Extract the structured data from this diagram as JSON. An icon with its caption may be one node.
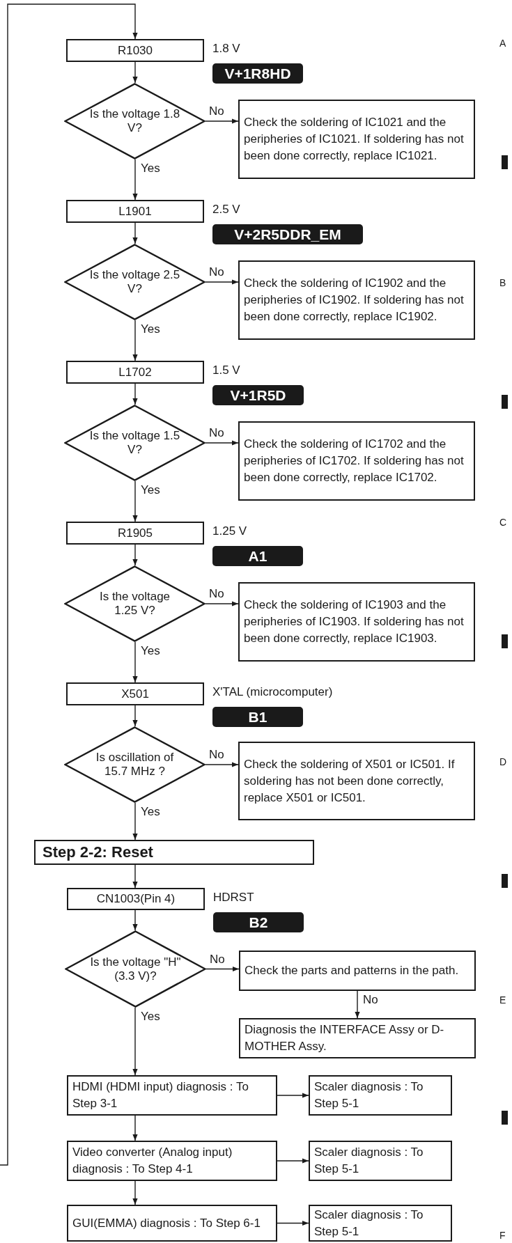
{
  "diagram": {
    "nodes": [
      {
        "text": [
          "R1030"
        ],
        "beside": [
          "1.8 V",
          "V+1R8HD"
        ]
      },
      {
        "text": [
          "Is the voltage 1.8 V?"
        ]
      },
      {
        "text": [
          "Check the soldering of IC1021 and the peripheries of IC1021. If soldering has not been done correctly, replace IC1021."
        ]
      },
      {
        "text": [
          "L1901"
        ],
        "beside": [
          "2.5 V",
          "V+2R5DDR_EM"
        ]
      },
      {
        "text": [
          "Is the voltage 2.5 V?"
        ]
      },
      {
        "text": [
          "Check the soldering of IC1902 and the peripheries of IC1902. If soldering has not been done correctly, replace IC1902."
        ]
      },
      {
        "text": [
          "L1702"
        ],
        "beside": [
          "1.5 V",
          "V+1R5D"
        ]
      },
      {
        "text": [
          "Is the voltage 1.5 V?"
        ]
      },
      {
        "text": [
          "Check the soldering of IC1702 and the peripheries of IC1702. If soldering has not been done correctly, replace IC1702."
        ]
      },
      {
        "text": [
          "R1905"
        ],
        "beside": [
          "1.25 V",
          "A1"
        ]
      },
      {
        "text": [
          "Is the voltage 1.25 V?"
        ]
      },
      {
        "text": [
          "Check the soldering of IC1903 and the peripheries of IC1903. If soldering has not been done correctly, replace IC1903."
        ]
      },
      {
        "text": [
          "X501"
        ],
        "beside": [
          "X'TAL (microcomputer)",
          "B1"
        ]
      },
      {
        "text": [
          "Is oscillation of 15.7 MHz ?"
        ]
      },
      {
        "text": [
          "Check the soldering of X501 or IC501. If soldering has not been done correctly, replace X501 or IC501."
        ]
      },
      {
        "text": [
          "Step 2-2: Reset"
        ]
      },
      {
        "text": [
          "CN1003(Pin 4)"
        ],
        "beside": [
          "HDRST",
          "B2"
        ]
      },
      {
        "text": [
          "Is the voltage \"H\" (3.3 V)?"
        ]
      },
      {
        "text": [
          "Check the parts and patterns in the path."
        ]
      },
      {
        "text": [
          "Diagnosis the INTERFACE Assy or D-MOTHER Assy."
        ]
      },
      {
        "text": [
          "HDMI (HDMI input) diagnosis : To Step 3-1"
        ]
      },
      {
        "text": [
          "Scaler diagnosis : To Step 5-1"
        ]
      },
      {
        "text": [
          "Video converter (Analog input) diagnosis : To Step 4-1"
        ]
      },
      {
        "text": [
          "Scaler diagnosis : To Step 5-1"
        ]
      },
      {
        "text": [
          "GUI(EMMA) diagnosis : To Step 6-1"
        ]
      },
      {
        "text": [
          "Scaler diagnosis : To Step 5-1"
        ]
      }
    ],
    "edges": [
      {
        "from": null,
        "to": 0,
        "arrow": "to"
      },
      {
        "from": 0,
        "to": 1,
        "arrow": "to"
      },
      {
        "from": 1,
        "to": 2,
        "arrow": "to",
        "label": "No"
      },
      {
        "from": 1,
        "to": 3,
        "arrow": "to",
        "label": "Yes"
      },
      {
        "from": 3,
        "to": 4,
        "arrow": "to"
      },
      {
        "from": 4,
        "to": 5,
        "arrow": "to",
        "label": "No"
      },
      {
        "from": 4,
        "to": 6,
        "arrow": "to",
        "label": "Yes"
      },
      {
        "from": 6,
        "to": 7,
        "arrow": "to"
      },
      {
        "from": 7,
        "to": 8,
        "arrow": "to",
        "label": "No"
      },
      {
        "from": 7,
        "to": 9,
        "arrow": "to",
        "label": "Yes"
      },
      {
        "from": 9,
        "to": 10,
        "arrow": "to"
      },
      {
        "from": 10,
        "to": 11,
        "arrow": "to",
        "label": "No"
      },
      {
        "from": 10,
        "to": 12,
        "arrow": "to",
        "label": "Yes"
      },
      {
        "from": 12,
        "to": 13,
        "arrow": "to"
      },
      {
        "from": 13,
        "to": 14,
        "arrow": "to",
        "label": "No"
      },
      {
        "from": 13,
        "to": 15,
        "arrow": "to",
        "label": "Yes"
      },
      {
        "from": 15,
        "to": 16,
        "arrow": "to"
      },
      {
        "from": 16,
        "to": 17,
        "arrow": "to"
      },
      {
        "from": 17,
        "to": 18,
        "arrow": "to",
        "label": "No"
      },
      {
        "from": 18,
        "to": 19,
        "arrow": "to",
        "label": "No"
      },
      {
        "from": 17,
        "to": 20,
        "arrow": "to",
        "label": "Yes"
      },
      {
        "from": 20,
        "to": 21,
        "arrow": "to"
      },
      {
        "from": 20,
        "to": 22,
        "arrow": "to"
      },
      {
        "from": 22,
        "to": 23,
        "arrow": "to"
      },
      {
        "from": 22,
        "to": 24,
        "arrow": "to"
      },
      {
        "from": 24,
        "to": 25,
        "arrow": "to"
      }
    ],
    "labels": [
      "A",
      "B",
      "C",
      "D",
      "E",
      "F"
    ]
  }
}
